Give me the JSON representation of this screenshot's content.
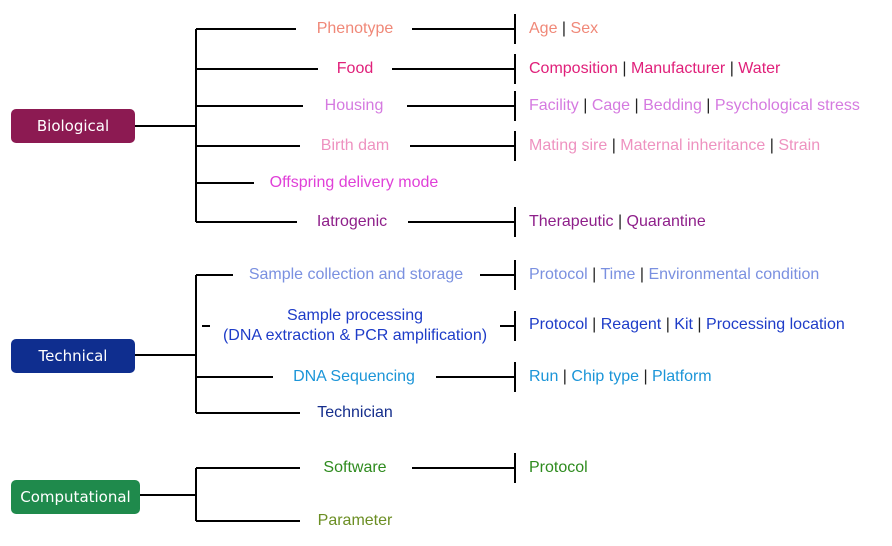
{
  "colors": {
    "biological": "#8C1A52",
    "technical": "#0F2E8F",
    "computational": "#1F8A4C",
    "separator": "#222222",
    "line": "#000000"
  },
  "groups": {
    "biological": {
      "label": "Biological",
      "factors": [
        {
          "name": "Phenotype",
          "color": "#F08878",
          "details": [
            "Age",
            "Sex"
          ]
        },
        {
          "name": "Food",
          "color": "#E0207A",
          "details": [
            "Composition",
            "Manufacturer",
            "Water"
          ]
        },
        {
          "name": "Housing",
          "color": "#D57AE0",
          "details": [
            "Facility",
            "Cage",
            "Bedding",
            "Psychological stress"
          ]
        },
        {
          "name": "Birth dam",
          "color": "#EE92C0",
          "details": [
            "Mating sire",
            "Maternal inheritance",
            "Strain"
          ]
        },
        {
          "name": "Offspring delivery mode",
          "color": "#E040D8",
          "details": []
        },
        {
          "name": "Iatrogenic",
          "color": "#8E1F8A",
          "details": [
            "Therapeutic",
            "Quarantine"
          ]
        }
      ]
    },
    "technical": {
      "label": "Technical",
      "factors": [
        {
          "name": "Sample collection and storage",
          "color": "#7A90E0",
          "details": [
            "Protocol",
            "Time",
            "Environmental condition"
          ]
        },
        {
          "name": "Sample processing",
          "name_line2": "(DNA extraction & PCR amplification)",
          "color": "#1E3CC8",
          "details": [
            "Protocol",
            "Reagent",
            "Kit",
            "Processing location"
          ]
        },
        {
          "name": "DNA Sequencing",
          "color": "#1B95D8",
          "details": [
            "Run",
            "Chip type",
            "Platform"
          ]
        },
        {
          "name": "Technician",
          "color": "#152E8C",
          "details": []
        }
      ]
    },
    "computational": {
      "label": "Computational",
      "factors": [
        {
          "name": "Software",
          "color": "#2E8B1E",
          "details": [
            "Protocol"
          ]
        },
        {
          "name": "Parameter",
          "color": "#6B8E23",
          "details": []
        }
      ]
    }
  }
}
